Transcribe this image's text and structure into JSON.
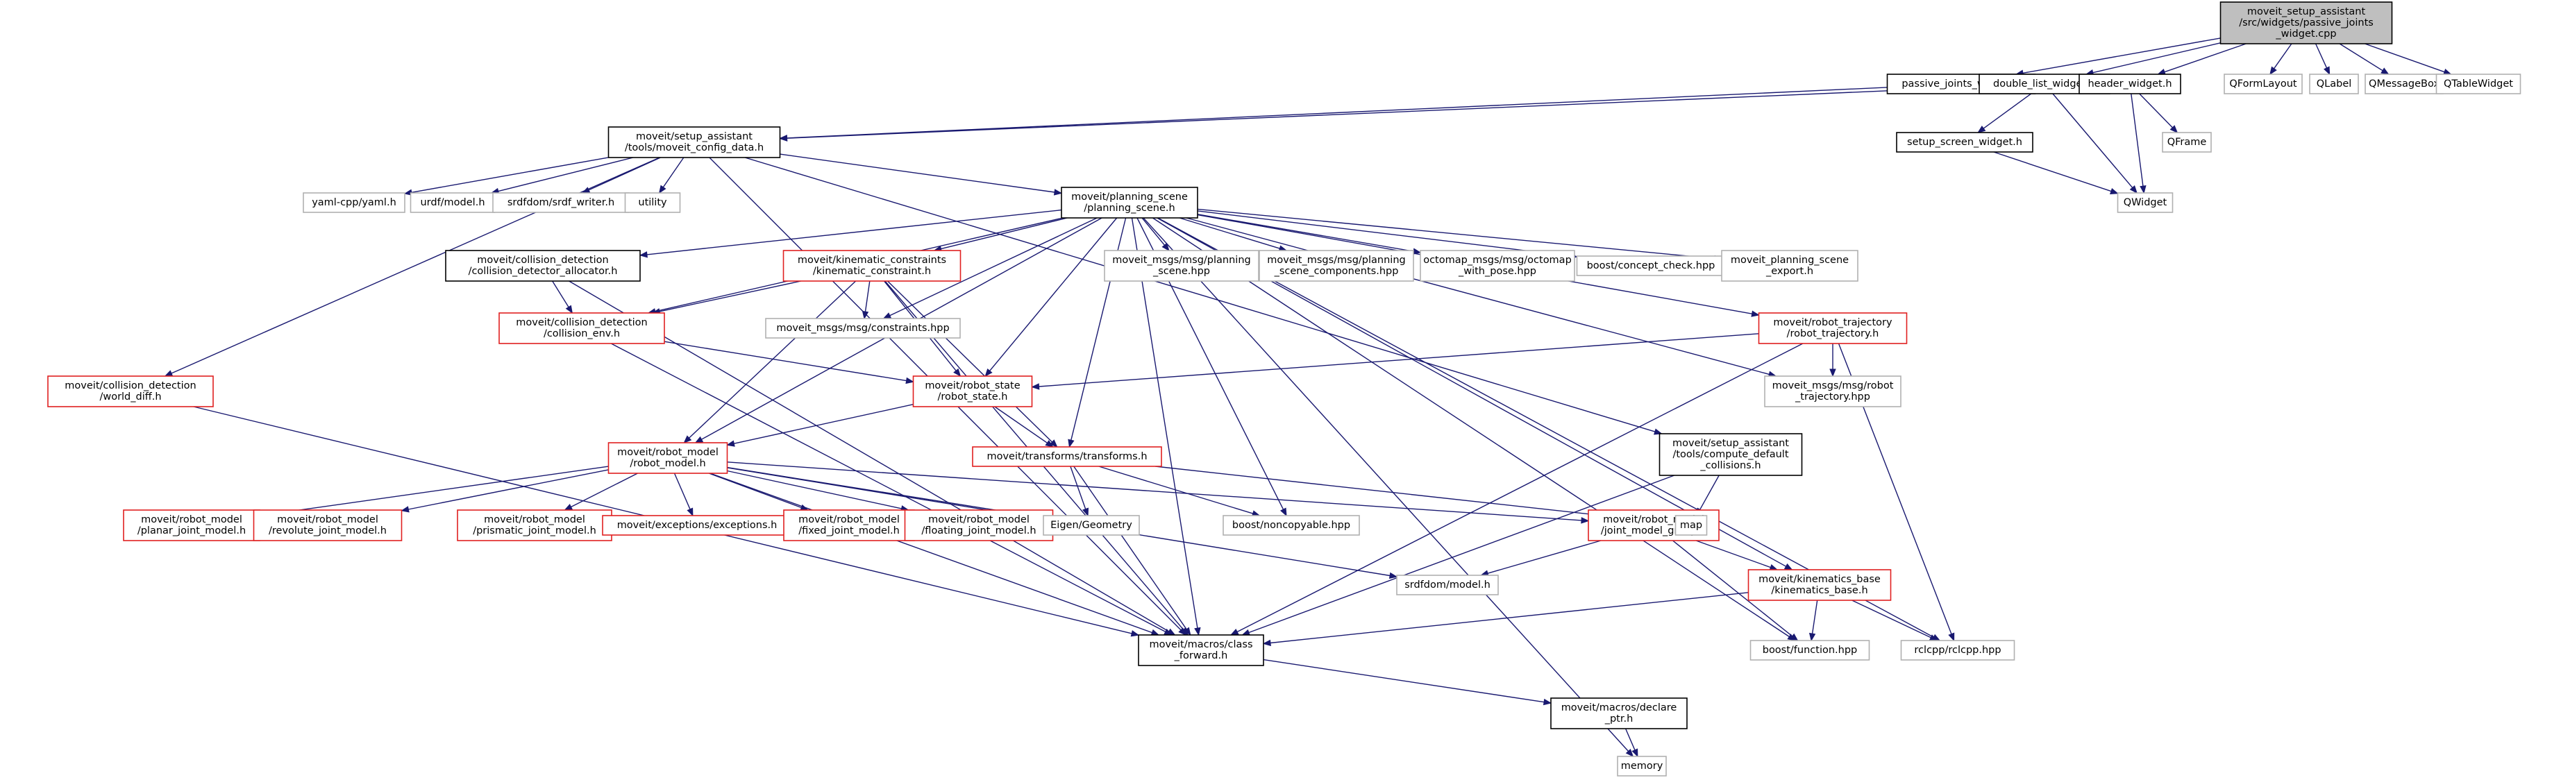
{
  "colors": {
    "edge": "#191970",
    "border_black": "#000000",
    "border_red": "#e02020",
    "border_gray": "#b0b0b0",
    "fill_root": "#bfbfbf",
    "fill_default": "#ffffff"
  },
  "nodes": [
    {
      "id": "root",
      "lines": [
        "moveit_setup_assistant",
        "/src/widgets/passive_joints",
        "_widget.cpp"
      ],
      "style": "root"
    },
    {
      "id": "pjw",
      "lines": [
        "passive_joints_widget.h"
      ],
      "style": "black"
    },
    {
      "id": "dlw",
      "lines": [
        "double_list_widget.h"
      ],
      "style": "black"
    },
    {
      "id": "hw",
      "lines": [
        "header_widget.h"
      ],
      "style": "black"
    },
    {
      "id": "qformlayout",
      "lines": [
        "QFormLayout"
      ],
      "style": "gray"
    },
    {
      "id": "qlabel",
      "lines": [
        "QLabel"
      ],
      "style": "gray"
    },
    {
      "id": "qmessagebox",
      "lines": [
        "QMessageBox"
      ],
      "style": "gray"
    },
    {
      "id": "qtablewidget",
      "lines": [
        "QTableWidget"
      ],
      "style": "gray"
    },
    {
      "id": "mcd",
      "lines": [
        "moveit/setup_assistant",
        "/tools/moveit_config_data.h"
      ],
      "style": "black"
    },
    {
      "id": "qframe",
      "lines": [
        "QFrame"
      ],
      "style": "gray"
    },
    {
      "id": "ssw",
      "lines": [
        "setup_screen_widget.h"
      ],
      "style": "black"
    },
    {
      "id": "qwidget",
      "lines": [
        "QWidget"
      ],
      "style": "gray"
    },
    {
      "id": "yaml",
      "lines": [
        "yaml-cpp/yaml.h"
      ],
      "style": "gray"
    },
    {
      "id": "urdf",
      "lines": [
        "urdf/model.h"
      ],
      "style": "gray"
    },
    {
      "id": "srdfw",
      "lines": [
        "srdfdom/srdf_writer.h"
      ],
      "style": "gray"
    },
    {
      "id": "utility",
      "lines": [
        "utility"
      ],
      "style": "gray"
    },
    {
      "id": "ps",
      "lines": [
        "moveit/planning_scene",
        "/planning_scene.h"
      ],
      "style": "black"
    },
    {
      "id": "cda",
      "lines": [
        "moveit/collision_detection",
        "/collision_detector_allocator.h"
      ],
      "style": "black"
    },
    {
      "id": "kc",
      "lines": [
        "moveit/kinematic_constraints",
        "/kinematic_constraint.h"
      ],
      "style": "red"
    },
    {
      "id": "mpsh",
      "lines": [
        "moveit_msgs/msg/planning",
        "_scene.hpp"
      ],
      "style": "gray"
    },
    {
      "id": "mpsc",
      "lines": [
        "moveit_msgs/msg/planning",
        "_scene_components.hpp"
      ],
      "style": "gray"
    },
    {
      "id": "oct",
      "lines": [
        "octomap_msgs/msg/octomap",
        "_with_pose.hpp"
      ],
      "style": "gray"
    },
    {
      "id": "bcc",
      "lines": [
        "boost/concept_check.hpp"
      ],
      "style": "gray"
    },
    {
      "id": "mpse",
      "lines": [
        "moveit_planning_scene",
        "_export.h"
      ],
      "style": "gray"
    },
    {
      "id": "ce",
      "lines": [
        "moveit/collision_detection",
        "/collision_env.h"
      ],
      "style": "red"
    },
    {
      "id": "cons",
      "lines": [
        "moveit_msgs/msg/constraints.hpp"
      ],
      "style": "gray"
    },
    {
      "id": "rt",
      "lines": [
        "moveit/robot_trajectory",
        "/robot_trajectory.h"
      ],
      "style": "red"
    },
    {
      "id": "wd",
      "lines": [
        "moveit/collision_detection",
        "/world_diff.h"
      ],
      "style": "red"
    },
    {
      "id": "rs",
      "lines": [
        "moveit/robot_state",
        "/robot_state.h"
      ],
      "style": "red"
    },
    {
      "id": "mrt",
      "lines": [
        "moveit_msgs/msg/robot",
        "_trajectory.hpp"
      ],
      "style": "gray"
    },
    {
      "id": "cdc",
      "lines": [
        "moveit/setup_assistant",
        "/tools/compute_default",
        "_collisions.h"
      ],
      "style": "black"
    },
    {
      "id": "rm",
      "lines": [
        "moveit/robot_model",
        "/robot_model.h"
      ],
      "style": "red"
    },
    {
      "id": "tf",
      "lines": [
        "moveit/transforms/transforms.h"
      ],
      "style": "red"
    },
    {
      "id": "pjm",
      "lines": [
        "moveit/robot_model",
        "/planar_joint_model.h"
      ],
      "style": "red"
    },
    {
      "id": "rjm",
      "lines": [
        "moveit/robot_model",
        "/revolute_joint_model.h"
      ],
      "style": "red"
    },
    {
      "id": "prjm",
      "lines": [
        "moveit/robot_model",
        "/prismatic_joint_model.h"
      ],
      "style": "red"
    },
    {
      "id": "exc",
      "lines": [
        "moveit/exceptions/exceptions.h"
      ],
      "style": "red"
    },
    {
      "id": "fjm",
      "lines": [
        "moveit/robot_model",
        "/fixed_joint_model.h"
      ],
      "style": "red"
    },
    {
      "id": "fljm",
      "lines": [
        "moveit/robot_model",
        "/floating_joint_model.h"
      ],
      "style": "red"
    },
    {
      "id": "eigen",
      "lines": [
        "Eigen/Geometry"
      ],
      "style": "gray"
    },
    {
      "id": "bnc",
      "lines": [
        "boost/noncopyable.hpp"
      ],
      "style": "gray"
    },
    {
      "id": "jmg",
      "lines": [
        "moveit/robot_model",
        "/joint_model_group.h"
      ],
      "style": "red"
    },
    {
      "id": "map",
      "lines": [
        "map"
      ],
      "style": "gray"
    },
    {
      "id": "srdfm",
      "lines": [
        "srdfdom/model.h"
      ],
      "style": "gray"
    },
    {
      "id": "kb",
      "lines": [
        "moveit/kinematics_base",
        "/kinematics_base.h"
      ],
      "style": "red"
    },
    {
      "id": "cf",
      "lines": [
        "moveit/macros/class",
        "_forward.h"
      ],
      "style": "black"
    },
    {
      "id": "bf",
      "lines": [
        "boost/function.hpp"
      ],
      "style": "gray"
    },
    {
      "id": "rclcpp",
      "lines": [
        "rclcpp/rclcpp.hpp"
      ],
      "style": "gray"
    },
    {
      "id": "dp",
      "lines": [
        "moveit/macros/declare",
        "_ptr.h"
      ],
      "style": "black"
    },
    {
      "id": "memory",
      "lines": [
        "memory"
      ],
      "style": "gray"
    }
  ],
  "edges": [
    [
      "root",
      "pjw"
    ],
    [
      "root",
      "dlw"
    ],
    [
      "root",
      "hw"
    ],
    [
      "root",
      "qformlayout"
    ],
    [
      "root",
      "qlabel"
    ],
    [
      "root",
      "qmessagebox"
    ],
    [
      "root",
      "qtablewidget"
    ],
    [
      "pjw",
      "mcd"
    ],
    [
      "dlw",
      "mcd"
    ],
    [
      "dlw",
      "ssw"
    ],
    [
      "dlw",
      "qwidget"
    ],
    [
      "hw",
      "qframe"
    ],
    [
      "hw",
      "qwidget"
    ],
    [
      "ssw",
      "qwidget"
    ],
    [
      "mcd",
      "yaml"
    ],
    [
      "mcd",
      "urdf"
    ],
    [
      "mcd",
      "srdfw"
    ],
    [
      "mcd",
      "utility"
    ],
    [
      "mcd",
      "ps"
    ],
    [
      "mcd",
      "cdc"
    ],
    [
      "mcd",
      "wd"
    ],
    [
      "mcd",
      "cf"
    ],
    [
      "ps",
      "cda"
    ],
    [
      "ps",
      "kc"
    ],
    [
      "ps",
      "mpsh"
    ],
    [
      "ps",
      "mpsc"
    ],
    [
      "ps",
      "oct"
    ],
    [
      "ps",
      "bcc"
    ],
    [
      "ps",
      "mpse"
    ],
    [
      "ps",
      "rt"
    ],
    [
      "ps",
      "ce"
    ],
    [
      "ps",
      "cons"
    ],
    [
      "ps",
      "rs"
    ],
    [
      "ps",
      "rm"
    ],
    [
      "ps",
      "tf"
    ],
    [
      "ps",
      "bnc"
    ],
    [
      "ps",
      "cf"
    ],
    [
      "ps",
      "mrt"
    ],
    [
      "ps",
      "kb"
    ],
    [
      "ps",
      "bf"
    ],
    [
      "ps",
      "rclcpp"
    ],
    [
      "ps",
      "memory"
    ],
    [
      "cda",
      "ce"
    ],
    [
      "cda",
      "cf"
    ],
    [
      "kc",
      "ce"
    ],
    [
      "kc",
      "cons"
    ],
    [
      "kc",
      "rs"
    ],
    [
      "kc",
      "rm"
    ],
    [
      "kc",
      "tf"
    ],
    [
      "kc",
      "cf"
    ],
    [
      "ce",
      "rs"
    ],
    [
      "ce",
      "cf"
    ],
    [
      "rt",
      "rs"
    ],
    [
      "rt",
      "mrt"
    ],
    [
      "rt",
      "cf"
    ],
    [
      "rt",
      "rclcpp"
    ],
    [
      "wd",
      "cf"
    ],
    [
      "rs",
      "rm"
    ],
    [
      "rs",
      "tf"
    ],
    [
      "cdc",
      "map"
    ],
    [
      "cdc",
      "cf"
    ],
    [
      "rm",
      "pjm"
    ],
    [
      "rm",
      "rjm"
    ],
    [
      "rm",
      "prjm"
    ],
    [
      "rm",
      "exc"
    ],
    [
      "rm",
      "fjm"
    ],
    [
      "rm",
      "fljm"
    ],
    [
      "rm",
      "eigen"
    ],
    [
      "rm",
      "jmg"
    ],
    [
      "rm",
      "srdfm"
    ],
    [
      "rm",
      "cf"
    ],
    [
      "tf",
      "eigen"
    ],
    [
      "tf",
      "bnc"
    ],
    [
      "tf",
      "map"
    ],
    [
      "tf",
      "cf"
    ],
    [
      "jmg",
      "srdfm"
    ],
    [
      "jmg",
      "kb"
    ],
    [
      "jmg",
      "bf"
    ],
    [
      "kb",
      "cf"
    ],
    [
      "kb",
      "bf"
    ],
    [
      "kb",
      "rclcpp"
    ],
    [
      "cf",
      "dp"
    ],
    [
      "dp",
      "memory"
    ]
  ]
}
